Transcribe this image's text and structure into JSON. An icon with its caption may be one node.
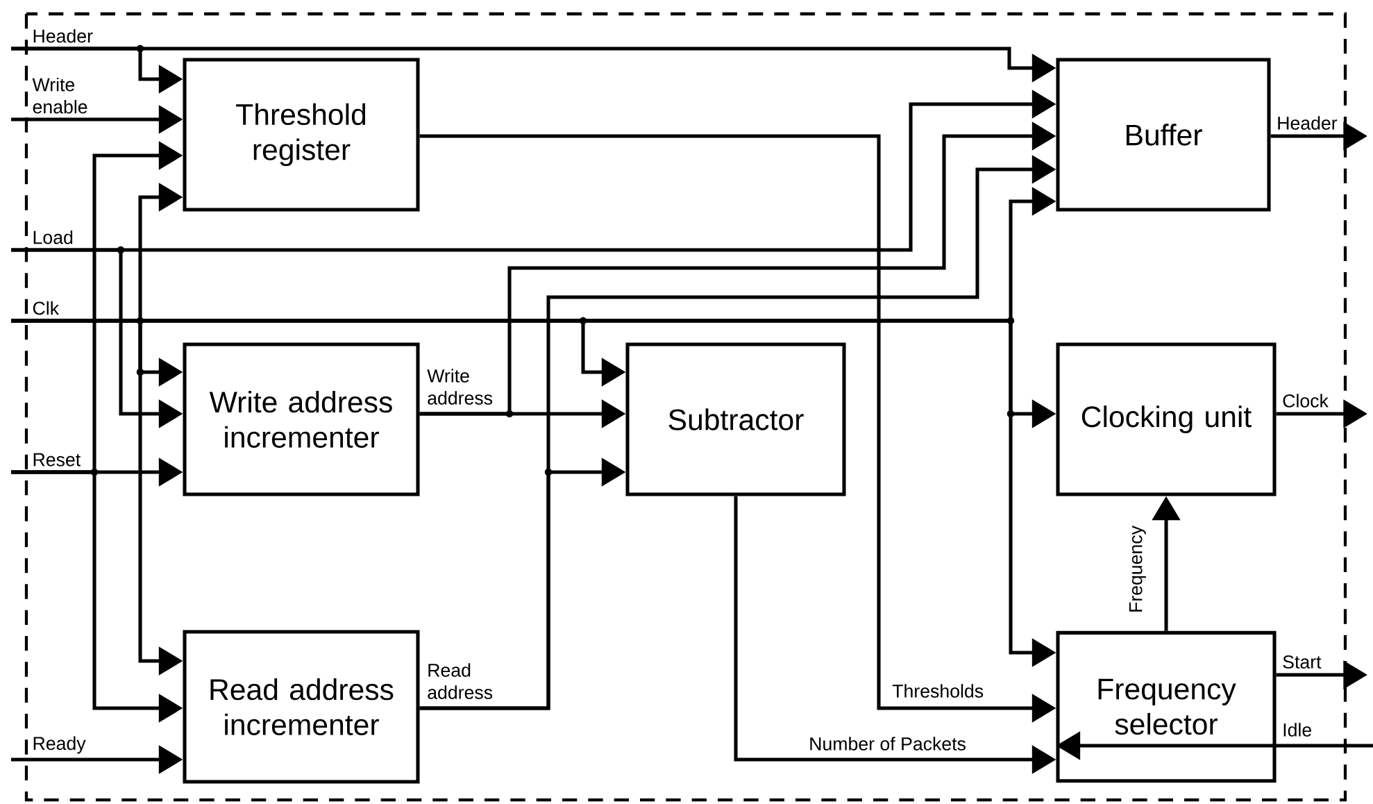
{
  "diagram": {
    "nodes": [
      {
        "text": [
          "Threshold register"
        ]
      },
      {
        "text": [
          "Buffer"
        ]
      },
      {
        "text": [
          "Write address incrementer"
        ]
      },
      {
        "text": [
          "Subtractor"
        ]
      },
      {
        "text": [
          "Clocking unit"
        ]
      },
      {
        "text": [
          "Read address incrementer"
        ]
      },
      {
        "text": [
          "Frequency selector"
        ]
      },
      {
        "text": [
          "Header"
        ]
      },
      {
        "text": [
          "Write enable"
        ]
      },
      {
        "text": [
          "Load"
        ]
      },
      {
        "text": [
          "Clk"
        ]
      },
      {
        "text": [
          "Reset"
        ]
      },
      {
        "text": [
          "Ready"
        ]
      }
    ],
    "edges": [
      {
        "from": 7,
        "to": 0,
        "arrow": "to"
      },
      {
        "from": 7,
        "to": 1,
        "arrow": "to"
      },
      {
        "from": 8,
        "to": 0,
        "arrow": "to"
      },
      {
        "from": 9,
        "to": 2,
        "arrow": "to"
      },
      {
        "from": 9,
        "to": 1,
        "arrow": "to"
      },
      {
        "from": 10,
        "to": 0,
        "arrow": "to"
      },
      {
        "from": 10,
        "to": 2,
        "arrow": "to"
      },
      {
        "from": 10,
        "to": 5,
        "arrow": "to"
      },
      {
        "from": 10,
        "to": 3,
        "arrow": "to"
      },
      {
        "from": 10,
        "to": 1,
        "arrow": "to"
      },
      {
        "from": 10,
        "to": 4,
        "arrow": "to"
      },
      {
        "from": 10,
        "to": 6,
        "arrow": "to"
      },
      {
        "from": 11,
        "to": 2,
        "arrow": "to"
      },
      {
        "from": 11,
        "to": 0,
        "arrow": "to"
      },
      {
        "from": 11,
        "to": 5,
        "arrow": "to"
      },
      {
        "from": 12,
        "to": 5,
        "arrow": "to"
      },
      {
        "from": 2,
        "to": 3,
        "arrow": "to",
        "label": "Write address"
      },
      {
        "from": 2,
        "to": 1,
        "arrow": "to"
      },
      {
        "from": 5,
        "to": 3,
        "arrow": "to",
        "label": "Read address"
      },
      {
        "from": 5,
        "to": 1,
        "arrow": "to"
      },
      {
        "from": 0,
        "to": 6,
        "arrow": "to",
        "label": "Thresholds"
      },
      {
        "from": 3,
        "to": 6,
        "arrow": "to",
        "label": "Number of Packets"
      },
      {
        "from": 6,
        "to": 4,
        "arrow": "to",
        "label": "Frequency"
      },
      {
        "from": 1,
        "to": null,
        "arrow": "to",
        "label": "Header"
      },
      {
        "from": 4,
        "to": null,
        "arrow": "to",
        "label": "Clock"
      },
      {
        "from": 6,
        "to": null,
        "arrow": "to",
        "label": "Start"
      },
      {
        "from": null,
        "to": 6,
        "arrow": "to",
        "label": "Idle"
      }
    ]
  }
}
